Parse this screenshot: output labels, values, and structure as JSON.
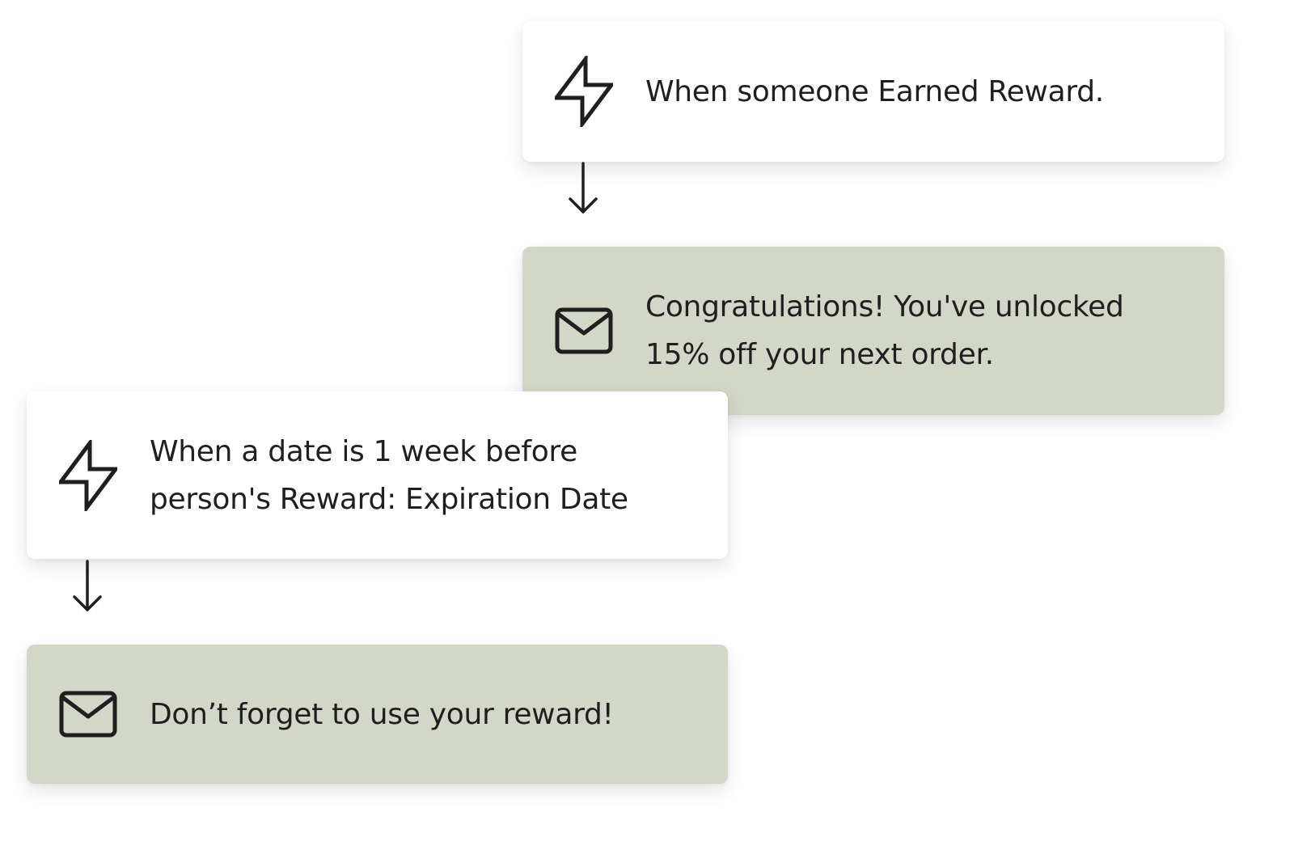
{
  "flow_a": {
    "trigger": {
      "icon": "lightning-bolt-icon",
      "lines": [
        "When someone Earned Reward."
      ]
    },
    "arrow": "arrow-down-icon",
    "action": {
      "icon": "envelope-icon",
      "lines": [
        "Congratulations! You've unlocked",
        "15% off your next order."
      ]
    }
  },
  "flow_b": {
    "trigger": {
      "icon": "lightning-bolt-icon",
      "lines": [
        "When a date is 1 week before",
        "person's Reward: Expiration Date"
      ]
    },
    "arrow": "arrow-down-icon",
    "action": {
      "icon": "envelope-icon",
      "lines": [
        "Don’t forget to use your reward!"
      ]
    }
  },
  "colors": {
    "trigger_card_bg": "#ffffff",
    "action_card_bg": "#d2d7c7",
    "text": "#1f1f1f",
    "icon_stroke": "#1f1f1f"
  }
}
